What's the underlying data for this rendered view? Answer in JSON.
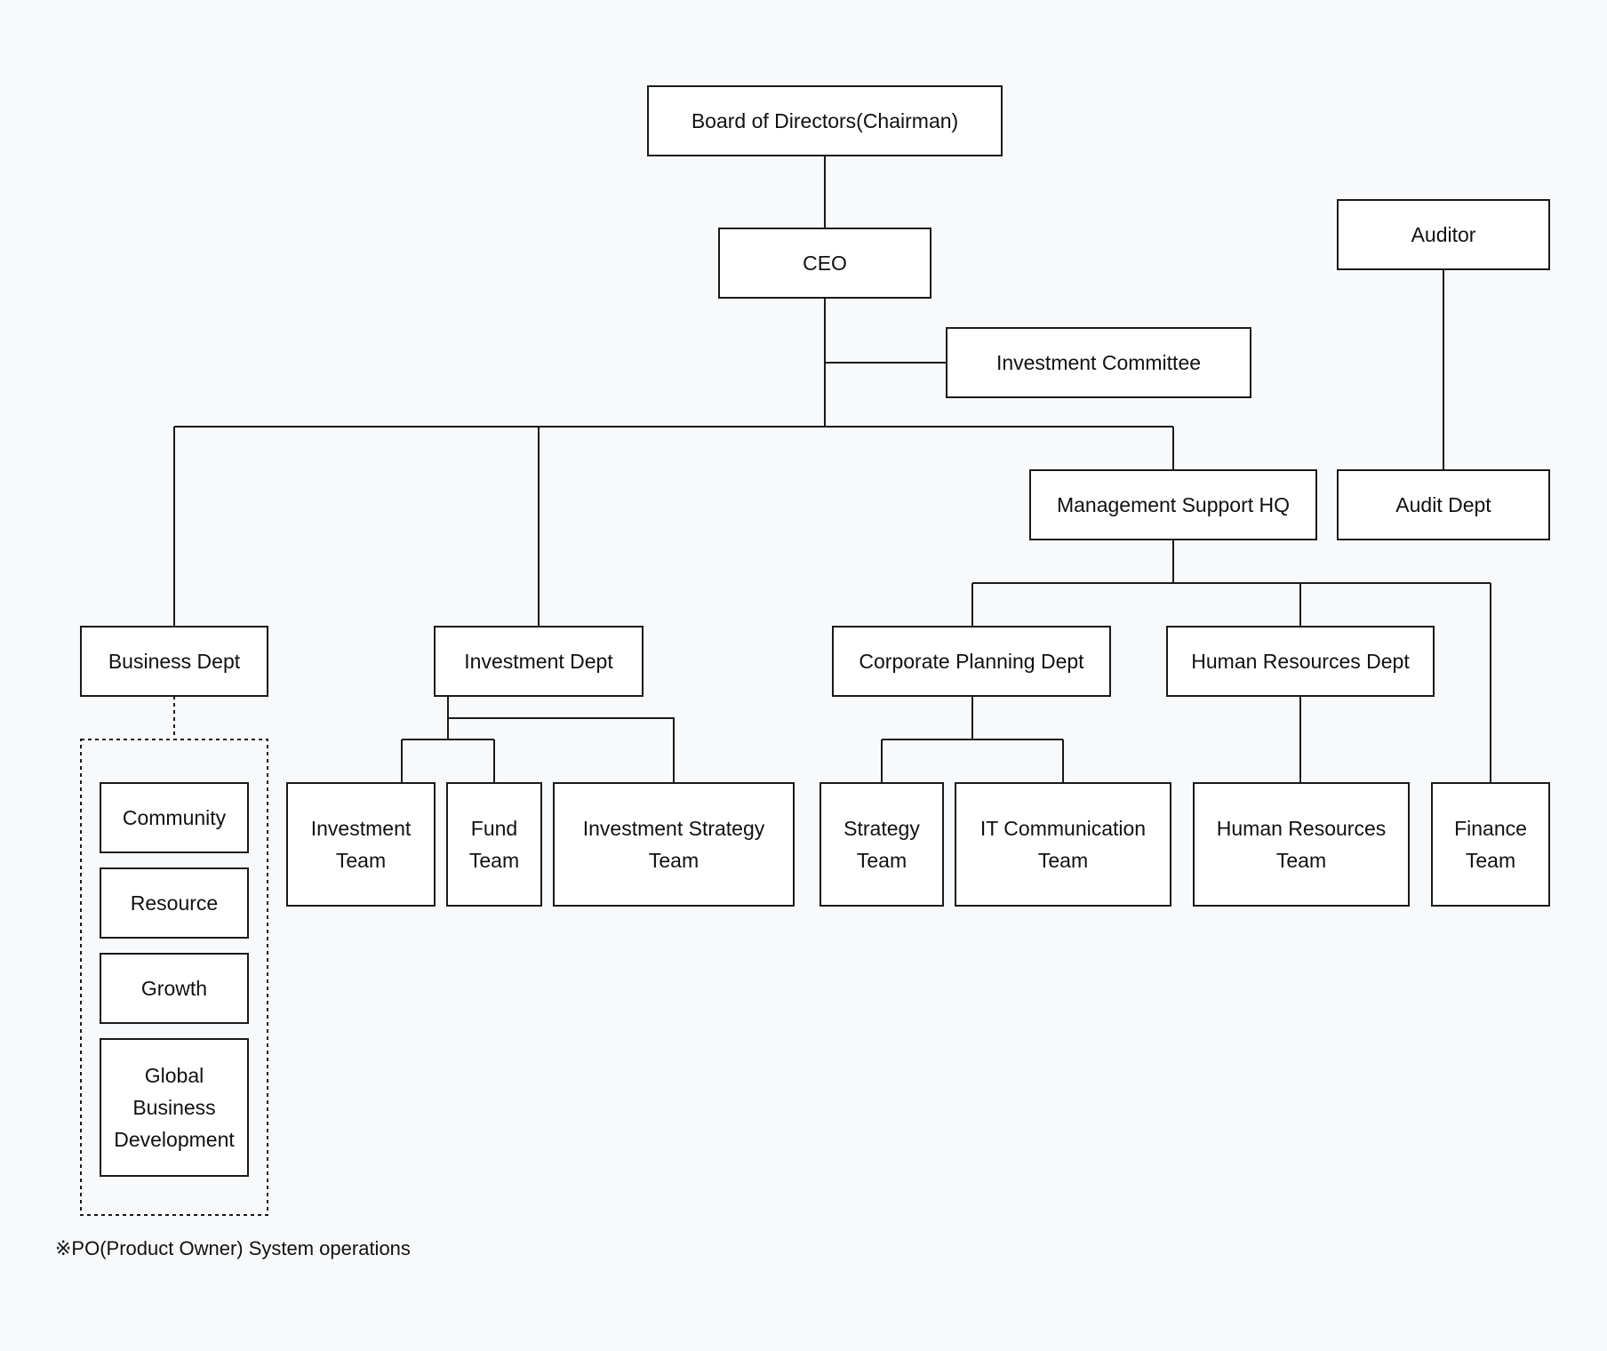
{
  "nodes": {
    "board": "Board of Directors(Chairman)",
    "ceo": "CEO",
    "investment_committee": "Investment Committee",
    "auditor": "Auditor",
    "management_support_hq": "Management Support HQ",
    "audit_dept": "Audit Dept",
    "business_dept": "Business Dept",
    "investment_dept": "Investment Dept",
    "corporate_planning_dept": "Corporate Planning Dept",
    "human_resources_dept": "Human Resources Dept",
    "community": "Community",
    "resource": "Resource",
    "growth": "Growth",
    "global_business_development": "Global\nBusiness\nDevelopment",
    "investment_team": "Investment\nTeam",
    "fund_team": "Fund\nTeam",
    "investment_strategy_team": "Investment Strategy\nTeam",
    "strategy_team": "Strategy\nTeam",
    "it_communication_team": "IT Communication\nTeam",
    "human_resources_team": "Human Resources\nTeam",
    "finance_team": "Finance\nTeam"
  },
  "note": "※PO(Product Owner) System operations",
  "colors": {
    "background": "#f8f9fa",
    "box_fill": "#ffffff",
    "line": "#1a1a1a"
  }
}
